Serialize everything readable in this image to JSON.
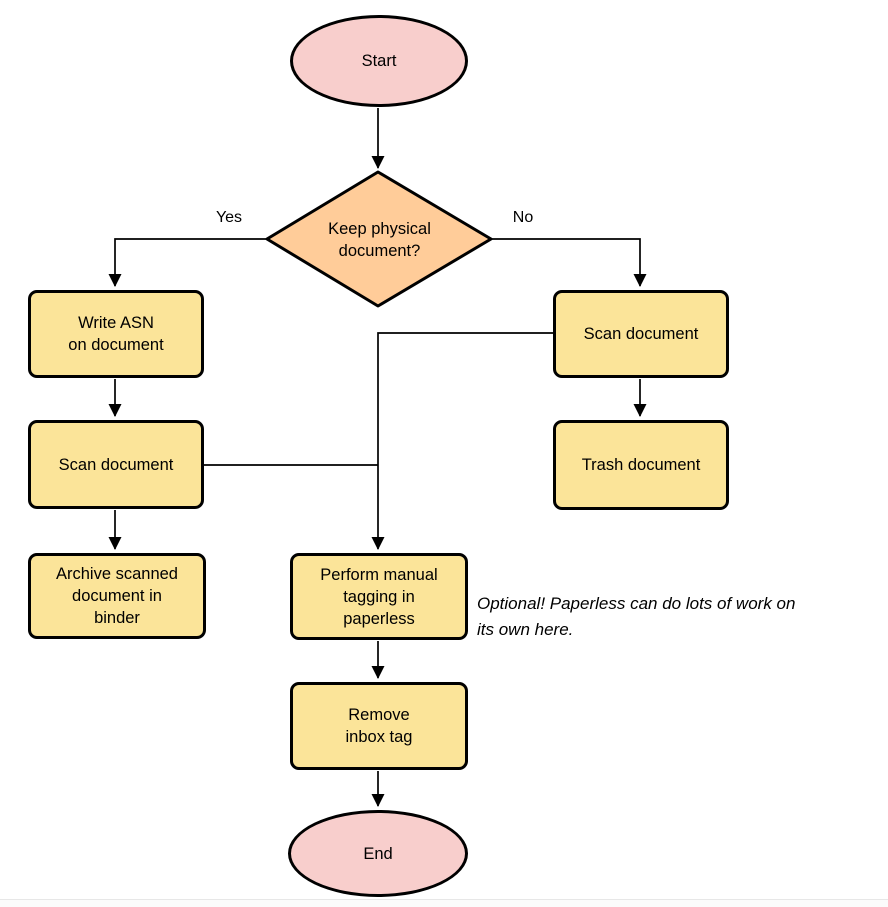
{
  "diagram": {
    "type": "flowchart",
    "nodes": {
      "start": {
        "label": "Start",
        "shape": "terminator"
      },
      "decision": {
        "label": "Keep physical\ndocument?",
        "shape": "decision"
      },
      "write_asn": {
        "label": "Write ASN\non document",
        "shape": "process"
      },
      "scan_left": {
        "label": "Scan document",
        "shape": "process"
      },
      "archive": {
        "label": "Archive scanned\ndocument in\nbinder",
        "shape": "process"
      },
      "scan_right": {
        "label": "Scan document",
        "shape": "process"
      },
      "trash": {
        "label": "Trash document",
        "shape": "process"
      },
      "tagging": {
        "label": "Perform manual\ntagging in\npaperless",
        "shape": "process"
      },
      "remove_inbox": {
        "label": "Remove\ninbox tag",
        "shape": "process"
      },
      "end": {
        "label": "End",
        "shape": "terminator"
      }
    },
    "edge_labels": {
      "yes": "Yes",
      "no": "No"
    },
    "note": "Optional! Paperless can do lots of work on\nits own here.",
    "colors": {
      "terminator_fill": "#f8cecc",
      "decision_fill": "#ffcc99",
      "process_fill": "#fbe499",
      "stroke": "#000000",
      "connector": "#000000"
    }
  }
}
